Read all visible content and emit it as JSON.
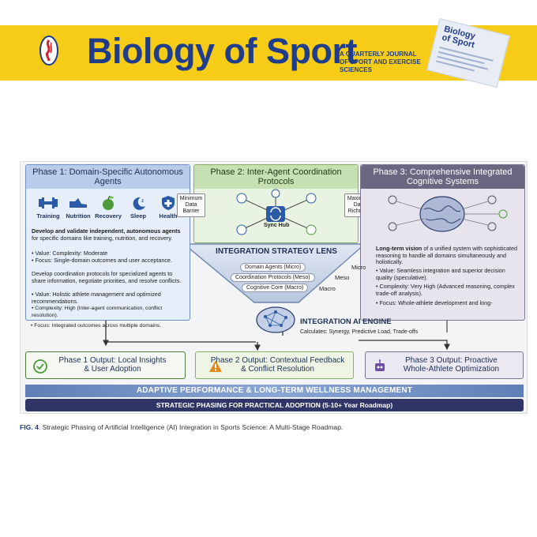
{
  "banner": {
    "title": "Biology of Sport",
    "subtitle": "A QUARTERLY JOURNAL OF SPORT AND EXERCISE SCIENCES",
    "cover_title_line1": "Biology",
    "cover_title_line2": "of Sport",
    "colors": {
      "background": "#f7cc16",
      "title": "#1f3d8a"
    }
  },
  "figure": {
    "phase1": {
      "title": "Phase 1: Domain-Specific Autonomous Agents",
      "icons": [
        {
          "icon": "dumbbell-icon",
          "label": "Training"
        },
        {
          "icon": "shoe-icon",
          "label": "Nutrition"
        },
        {
          "icon": "apple-icon",
          "label": "Recovery"
        },
        {
          "icon": "moon-sleep-icon",
          "label": "Sleep"
        },
        {
          "icon": "health-shield-icon",
          "label": "Health"
        }
      ],
      "lead_bold": "Develop and validate independent, autonomous agents",
      "lead_rest": "for specific domains like training, nutrition, and recovery.",
      "value": "Value: Complexity: Moderate",
      "focus": "Focus: Single-domain outcomes and user acceptance.",
      "para2": "Develop coordination protocols for specialized agents to share information, negotiate priorities, and resolve conflicts.",
      "value2": "Value: Holistic athlete management and optimized recommendations.",
      "complexity2": "Complexity: High (Inter-agent communication, conflict resolution).",
      "focus2": "Focus: Integrated outcomes across multiple domains."
    },
    "phase2": {
      "title": "Phase 2: Inter-Agent Coordination Protocols",
      "hub_label": "Sync Hub",
      "barrier_left": "Minimum Data Barrier",
      "barrier_right": "Maximum Data Richness"
    },
    "phase3": {
      "title": "Phase 3: Comprehensive Integrated Cognitive Systems",
      "lead_bold": "Long-term vision",
      "lead_rest": "of a unified system with sophisticated reasoning to handle all domains simultaneously and holistically.",
      "value": "Value: Seamless integration and superior decision quality (speculative).",
      "complexity": "Complexity: Very High (Advanced reasoning, complex trade-off analysis).",
      "focus": "Focus: Whole-athlete development and long-"
    },
    "lens": {
      "title": "INTEGRATION STRATEGY LENS",
      "pills": [
        "Domain Agents (Micro)",
        "Coordination Protocols (Meso)",
        "Cognitive Core (Macro)"
      ],
      "scopes": [
        "Micro",
        "Meso",
        "Macro"
      ]
    },
    "engine": {
      "title": "INTEGRATION AI ENGINE",
      "subtitle": "Calculates: Synergy, Predictive Load, Trade-offs"
    },
    "outputs": [
      {
        "line1": "Phase 1 Output: Local Insights",
        "line2": "& User Adoption",
        "icon": "check-circle-icon"
      },
      {
        "line1": "Phase 2 Output: Contextual Feedback",
        "line2": "& Conflict Resolution",
        "icon": "warning-icon"
      },
      {
        "line1": "Phase 3 Output: Proactive",
        "line2": "Whole-Athlete Optimization",
        "icon": "robot-icon"
      }
    ],
    "band_primary": "ADAPTIVE PERFORMANCE & LONG-TERM WELLNESS MANAGEMENT",
    "band_secondary": "STRATEGIC PHASING FOR PRACTICAL ADOPTION (5-10+ Year Roadmap)"
  },
  "caption": {
    "label": "FIG. 4",
    "text": ". Strategic Phasing of Artificial Intelligence (AI) Integration in Sports Science: A Multi-Stage Roadmap."
  }
}
